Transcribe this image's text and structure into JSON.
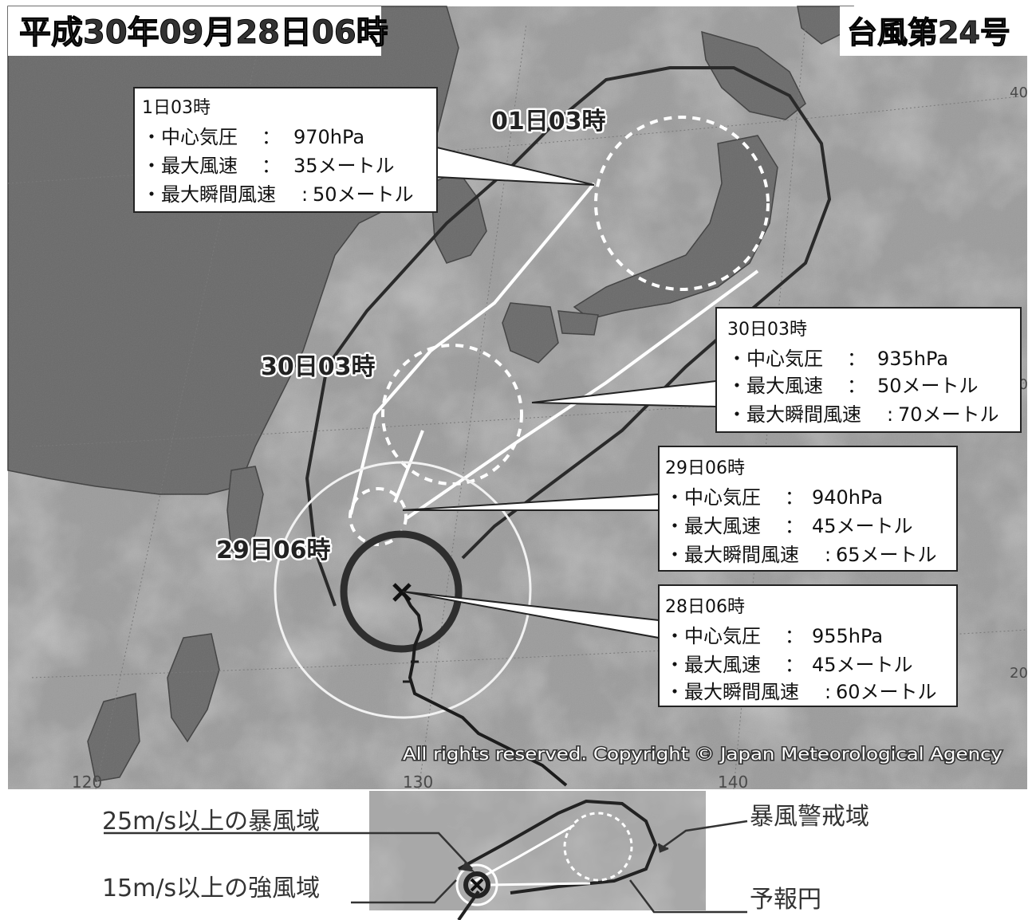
{
  "header": {
    "date": "平成30年09月28日06時",
    "typhoon": "台風第24号"
  },
  "map": {
    "background": "#9a9a9a",
    "land": "#6e6e6e",
    "lon_labels": [
      "120",
      "130",
      "140"
    ],
    "lat_labels": [
      "40",
      "30",
      "20"
    ]
  },
  "track_labels": {
    "d01": "01日03時",
    "d30": "30日03時",
    "d29": "29日06時"
  },
  "forecasts": [
    {
      "time": "1日03時",
      "pressure_label": "・中心気圧",
      "sep1": "：",
      "pressure": "970hPa",
      "wind_label": "・最大風速",
      "sep2": "：",
      "wind": "35メートル",
      "gust_label": "・最大瞬間風速",
      "sep3": ":",
      "gust": "50メートル"
    },
    {
      "time": "30日03時",
      "pressure_label": "・中心気圧",
      "sep1": "：",
      "pressure": "935hPa",
      "wind_label": "・最大風速",
      "sep2": "：",
      "wind": "50メートル",
      "gust_label": "・最大瞬間風速",
      "sep3": ":",
      "gust": "70メートル"
    },
    {
      "time": "29日06時",
      "pressure_label": "・中心気圧",
      "sep1": "：",
      "pressure": "940hPa",
      "wind_label": "・最大風速",
      "sep2": "：",
      "wind": "45メートル",
      "gust_label": "・最大瞬間風速",
      "sep3": ":",
      "gust": "65メートル"
    },
    {
      "time": "28日06時",
      "pressure_label": "・中心気圧",
      "sep1": "：",
      "pressure": "955hPa",
      "wind_label": "・最大風速",
      "sep2": "：",
      "wind": "45メートル",
      "gust_label": "・最大瞬間風速",
      "sep3": ":",
      "gust": "60メートル"
    }
  ],
  "copyright": "All rights reserved. Copyright © Japan Meteorological Agency",
  "legend": {
    "storm_area": "25m/s以上の暴風域",
    "strong_wind_area": "15m/s以上の強風域",
    "warning_area": "暴風警戒域",
    "forecast_circle": "予報円"
  }
}
